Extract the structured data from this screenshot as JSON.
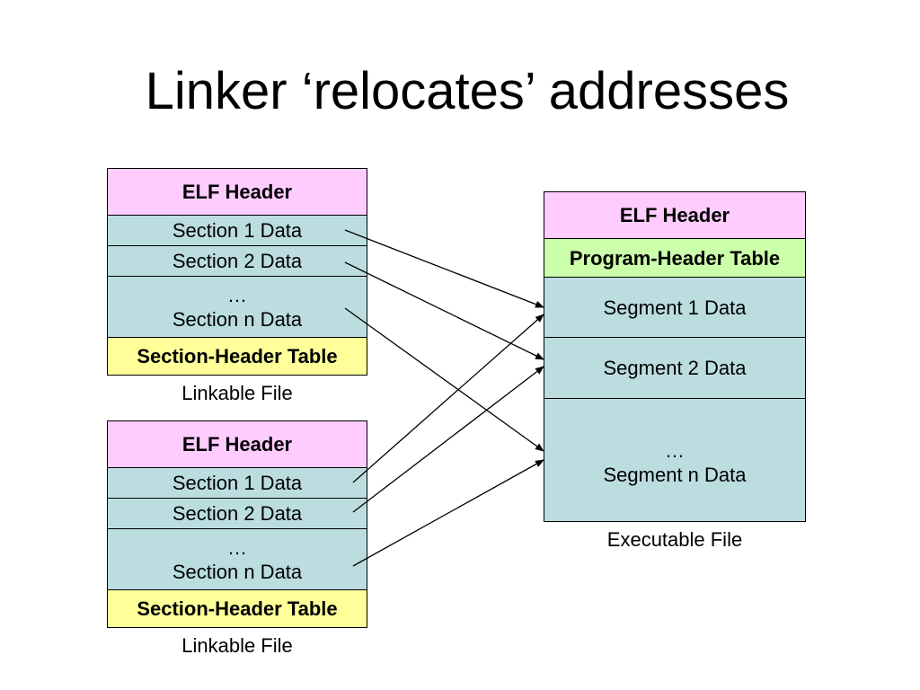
{
  "title": "Linker ‘relocates’ addresses",
  "linkable_files": [
    {
      "elf_header": "ELF Header",
      "section_1": "Section 1 Data",
      "section_2": "Section 2 Data",
      "section_n_ellipsis": "…",
      "section_n": "Section n Data",
      "section_header_table": "Section-Header Table",
      "caption": "Linkable File"
    },
    {
      "elf_header": "ELF Header",
      "section_1": "Section 1 Data",
      "section_2": "Section 2 Data",
      "section_n_ellipsis": "…",
      "section_n": "Section n Data",
      "section_header_table": "Section-Header Table",
      "caption": "Linkable File"
    }
  ],
  "executable_file": {
    "elf_header": "ELF Header",
    "program_header_table": "Program-Header Table",
    "segment_1": "Segment 1 Data",
    "segment_2": "Segment 2 Data",
    "segment_n_ellipsis": "…",
    "segment_n": "Segment n Data",
    "caption": "Executable File"
  },
  "colors": {
    "elf_header": "#ffccff",
    "section_data": "#bbdde0",
    "section_header_table": "#ffff99",
    "program_header_table": "#ccffaa"
  },
  "arrows": [
    {
      "from": "linkable_files.0.section_1",
      "to": "executable_file.segment_1"
    },
    {
      "from": "linkable_files.0.section_2",
      "to": "executable_file.segment_2"
    },
    {
      "from": "linkable_files.0.section_n",
      "to": "executable_file.segment_n"
    },
    {
      "from": "linkable_files.1.section_1",
      "to": "executable_file.segment_1"
    },
    {
      "from": "linkable_files.1.section_2",
      "to": "executable_file.segment_2"
    },
    {
      "from": "linkable_files.1.section_n",
      "to": "executable_file.segment_n"
    }
  ]
}
